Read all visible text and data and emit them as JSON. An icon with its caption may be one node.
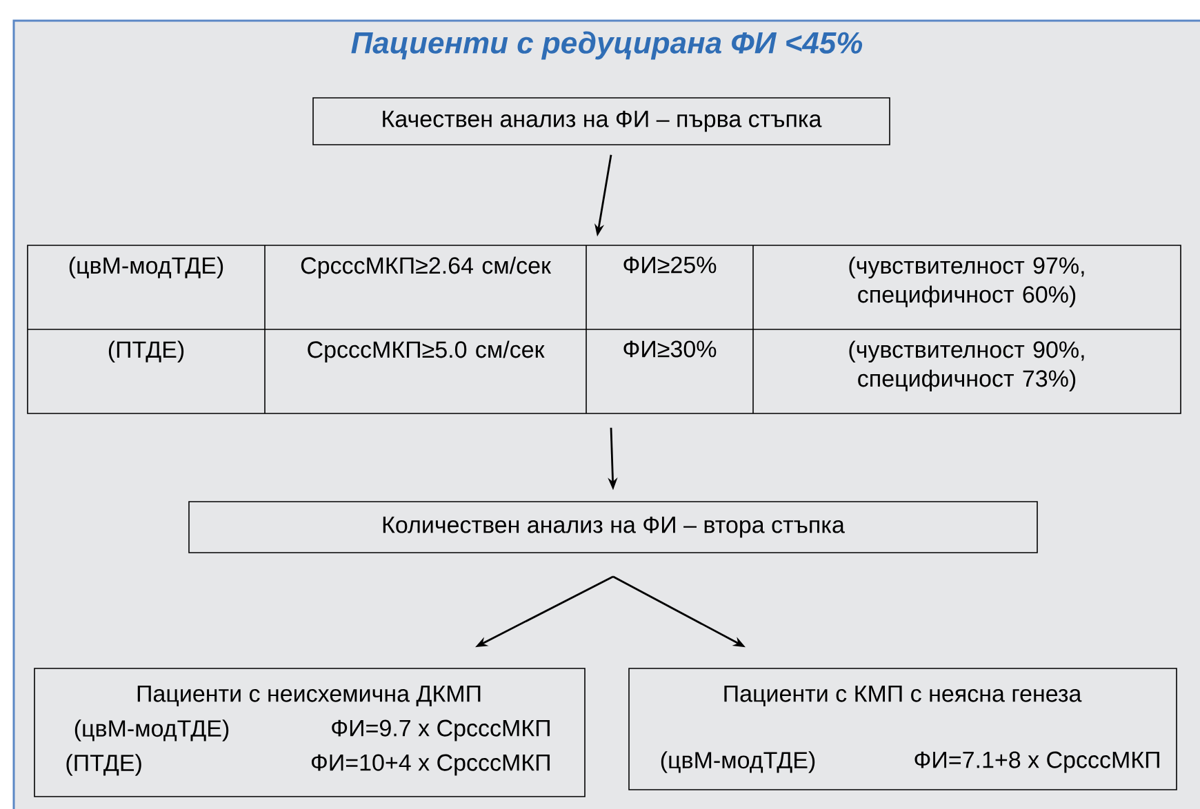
{
  "diagram": {
    "title": "Пациенти с редуцирана ФИ <45%",
    "nodes": [
      {
        "text": [
          "Качествен анализ на ФИ – първа стъпка"
        ]
      },
      {
        "text": [
          "(цвМ-модТДЕ)",
          "СрсссМКП≥2.64 см/сек",
          "ФИ≥25%",
          "(чувствителност 97%, специфичност 60%)",
          "(ПТДЕ)",
          "СрсссМКП≥5.0 см/сек",
          "ФИ≥30%",
          "(чувствителност 90%, специфичност 73%)"
        ]
      },
      {
        "text": [
          "Количествен анализ на ФИ – втора стъпка"
        ]
      },
      {
        "text": [
          "Пациенти с неисхемична ДКМП",
          "(цвМ-модТДЕ)",
          "ФИ=9.7 x СрсссМКП",
          "(ПТДЕ)",
          "ФИ=10+4 x СрсссМКП"
        ]
      },
      {
        "text": [
          "Пациенти с КМП с неясна генеза",
          "(цвМ-модТДЕ)",
          "ФИ=7.1+8 x СрсссМКП"
        ]
      }
    ],
    "edges": [
      {
        "from": 0,
        "to": 1,
        "arrow": "to"
      },
      {
        "from": 1,
        "to": 2,
        "arrow": "to"
      },
      {
        "from": 2,
        "to": 3,
        "arrow": "to"
      },
      {
        "from": 2,
        "to": 4,
        "arrow": "to"
      }
    ]
  }
}
